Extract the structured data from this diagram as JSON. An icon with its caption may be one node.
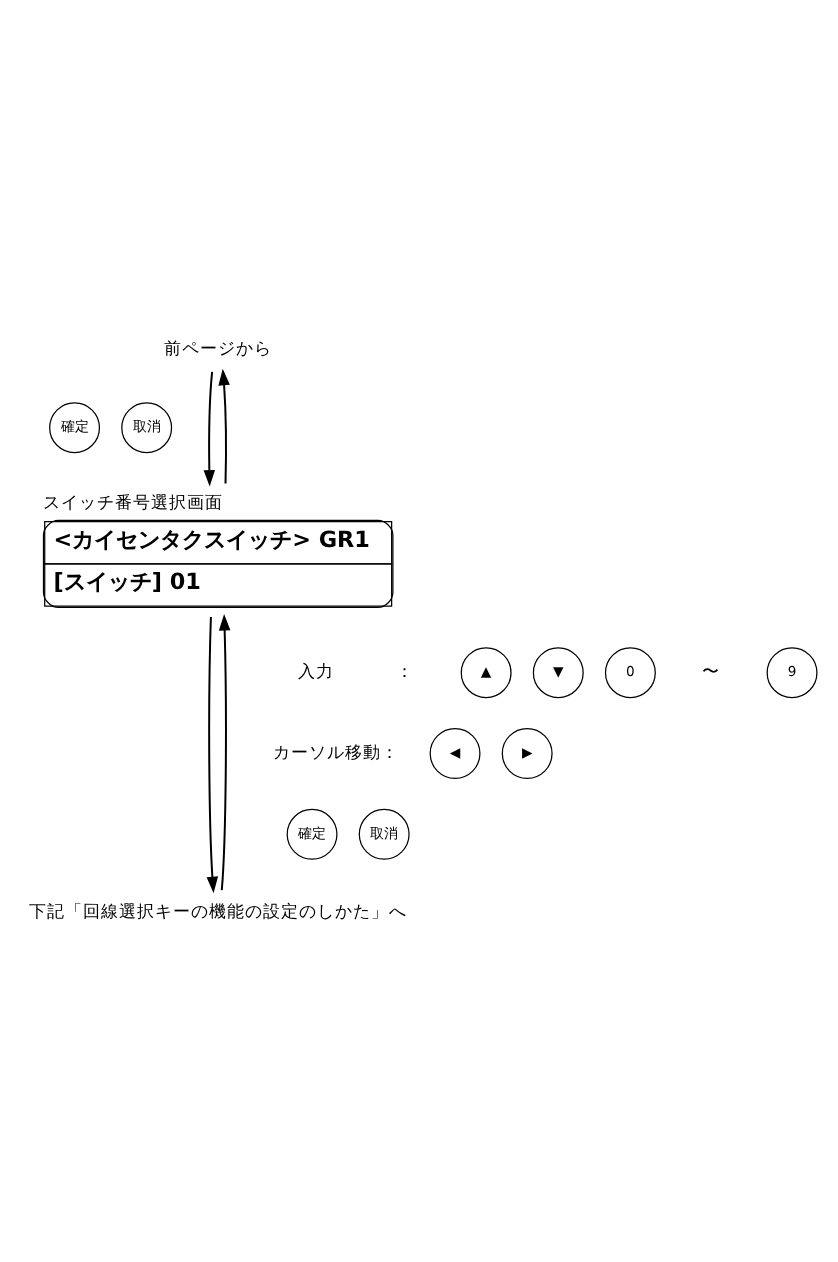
{
  "diagram": {
    "nodes": [
      {
        "text": [
          "前ページから"
        ]
      },
      {
        "text": [
          "確定"
        ]
      },
      {
        "text": [
          "取消"
        ]
      },
      {
        "text": [
          "スイッチ番号選択画面",
          "<カイセンタクスイッチ> GR1",
          "[スイッチ] 01"
        ]
      },
      {
        "text": [
          "▲"
        ]
      },
      {
        "text": [
          "▼"
        ]
      },
      {
        "text": [
          "0"
        ]
      },
      {
        "text": [
          "9"
        ]
      },
      {
        "text": [
          "◀"
        ]
      },
      {
        "text": [
          "▶"
        ]
      },
      {
        "text": [
          "確定"
        ]
      },
      {
        "text": [
          "取消"
        ]
      },
      {
        "text": [
          "下記「回線選択キーの機能の設定のしかた」へ"
        ]
      }
    ],
    "edges": [
      {
        "from": 0,
        "to": 3,
        "arrow": "to"
      },
      {
        "from": 3,
        "to": 0,
        "arrow": "to"
      },
      {
        "from": 3,
        "to": 12,
        "arrow": "to"
      },
      {
        "from": 12,
        "to": 3,
        "arrow": "to"
      }
    ],
    "labels": [
      "入力",
      "：",
      "〜",
      "カーソル移動："
    ]
  }
}
